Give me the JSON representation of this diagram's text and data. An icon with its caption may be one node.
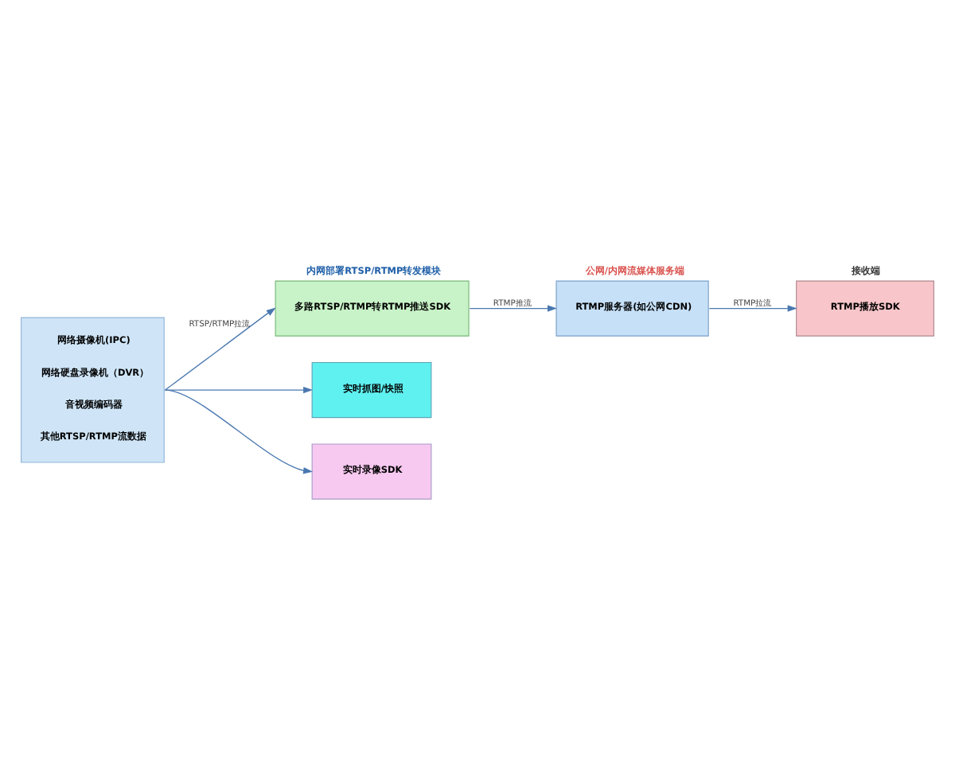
{
  "diagram": {
    "nodes": [
      {
        "text": [
          "网络摄像机(IPC)",
          "网络硬盘录像机（DVR）",
          "音视频编码器",
          "其他RTSP/RTMP流数据"
        ]
      },
      {
        "text": [
          "内网部署RTSP/RTMP转发模块",
          "多路RTSP/RTMP转RTMP推送SDK"
        ]
      },
      {
        "text": [
          "实时抓图/快照"
        ]
      },
      {
        "text": [
          "实时录像SDK"
        ]
      },
      {
        "text": [
          "公网/内网流媒体服务端",
          "RTMP服务器(如公网CDN)"
        ]
      },
      {
        "text": [
          "接收端",
          "RTMP播放SDK"
        ]
      }
    ],
    "edges": [
      {
        "from": 0,
        "to": 1,
        "arrow": "to",
        "label": "RTSP/RTMP拉流"
      },
      {
        "from": 0,
        "to": 2,
        "arrow": "to"
      },
      {
        "from": 0,
        "to": 3,
        "arrow": "to"
      },
      {
        "from": 1,
        "to": 4,
        "arrow": "to",
        "label": "RTMP推流"
      },
      {
        "from": 4,
        "to": 5,
        "arrow": "to",
        "label": "RTMP拉流"
      }
    ]
  }
}
